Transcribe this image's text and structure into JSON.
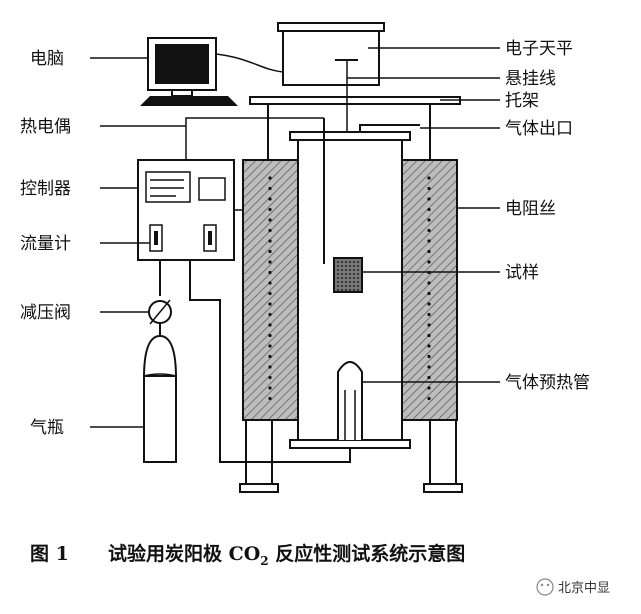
{
  "left_labels": {
    "computer": "电脑",
    "thermocouple": "热电偶",
    "controller": "控制器",
    "flowmeter": "流量计",
    "pressure_reducing_valve": "减压阀",
    "gas_cylinder": "气瓶"
  },
  "right_labels": {
    "electronic_balance": "电子天平",
    "suspension_wire": "悬挂线",
    "bracket": "托架",
    "gas_outlet": "气体出口",
    "resistance_wire": "电阻丝",
    "sample": "试样",
    "gas_preheat_tube": "气体预热管"
  },
  "caption": {
    "figure_number": "图 1",
    "title_part1": "试验用炭阳极 CO",
    "subscript": "2",
    "title_part2": " 反应性测试系统示意图"
  },
  "watermark": {
    "text": "北京中显"
  }
}
